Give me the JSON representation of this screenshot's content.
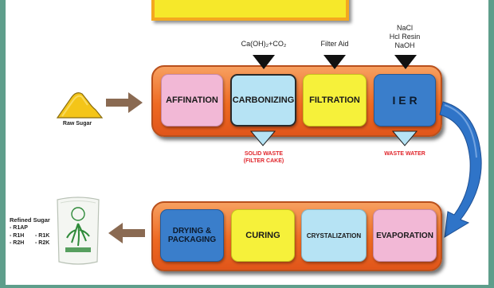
{
  "input": {
    "label": "Raw Sugar"
  },
  "top_row": [
    {
      "label": "AFFINATION",
      "color": "#f2b8d6"
    },
    {
      "label": "CARBONIZING",
      "color": "#b6e3f4"
    },
    {
      "label": "FILTRATION",
      "color": "#f6f13a"
    },
    {
      "label": "I E R",
      "color": "#3a7ecb"
    }
  ],
  "inputs_above": {
    "carbonizing": "Ca(OH)₂+CO₂",
    "filtration": "Filter Aid",
    "ier_line1": "NaCl",
    "ier_line2": "Hcl Resin",
    "ier_line3": "NaOH"
  },
  "outputs_below": {
    "solid_waste_line1": "SOLID WASTE",
    "solid_waste_line2": "(FILTER CAKE)",
    "waste_water": "WASTE WATER"
  },
  "bottom_row": [
    {
      "label_line1": "DRYING &",
      "label_line2": "PACKAGING",
      "color": "#3a7ecb"
    },
    {
      "label": "CURING",
      "color": "#f6f13a"
    },
    {
      "label": "CRYSTALIZATION",
      "color": "#b6e3f4"
    },
    {
      "label": "EVAPORATION",
      "color": "#f2b8d6"
    }
  ],
  "product": {
    "title": "Refined Sugar",
    "grades_col1": [
      "- R1AP",
      "- R1H",
      "- R2H"
    ],
    "grades_col2": [
      "- R1K",
      "- R2K"
    ]
  },
  "colors": {
    "band": "#ee6a22",
    "frame": "#5e9e8b",
    "top_box": "#f6e82a",
    "arrow": "#8a6a52",
    "flow_arrow": "#2f74c8"
  }
}
